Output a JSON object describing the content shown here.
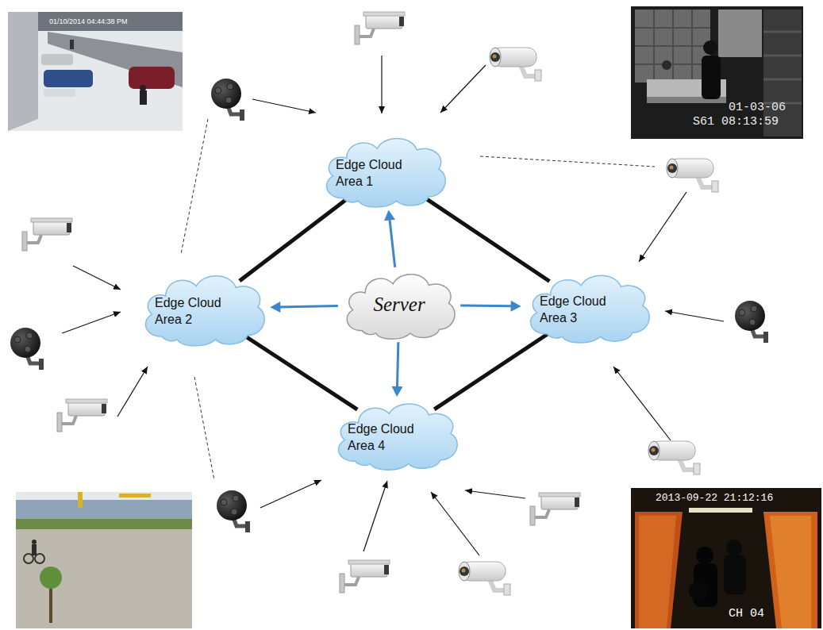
{
  "diagram": {
    "nodes": [
      {
        "text": [
          "Edge Cloud Area 1"
        ]
      },
      {
        "text": [
          "Edge Cloud Area 2"
        ]
      },
      {
        "text": [
          "Server"
        ]
      },
      {
        "text": [
          "Edge Cloud Area 3"
        ]
      },
      {
        "text": [
          "Edge Cloud Area 4"
        ]
      }
    ],
    "edges": [
      {
        "from": 2,
        "to": 0,
        "arrow": "to"
      },
      {
        "from": 2,
        "to": 1,
        "arrow": "to"
      },
      {
        "from": 2,
        "to": 3,
        "arrow": "to"
      },
      {
        "from": 2,
        "to": 4,
        "arrow": "to"
      },
      {
        "from": 0,
        "to": 1,
        "arrow": "none"
      },
      {
        "from": 0,
        "to": 3,
        "arrow": "none"
      },
      {
        "from": 1,
        "to": 4,
        "arrow": "none"
      },
      {
        "from": 3,
        "to": 4,
        "arrow": "none"
      }
    ],
    "labels": [
      "01/10/2014 04:44:38 PM",
      "01-03-06",
      "S61 08:13:59",
      "2013-09-22 21:12:16",
      "CH 04"
    ]
  }
}
